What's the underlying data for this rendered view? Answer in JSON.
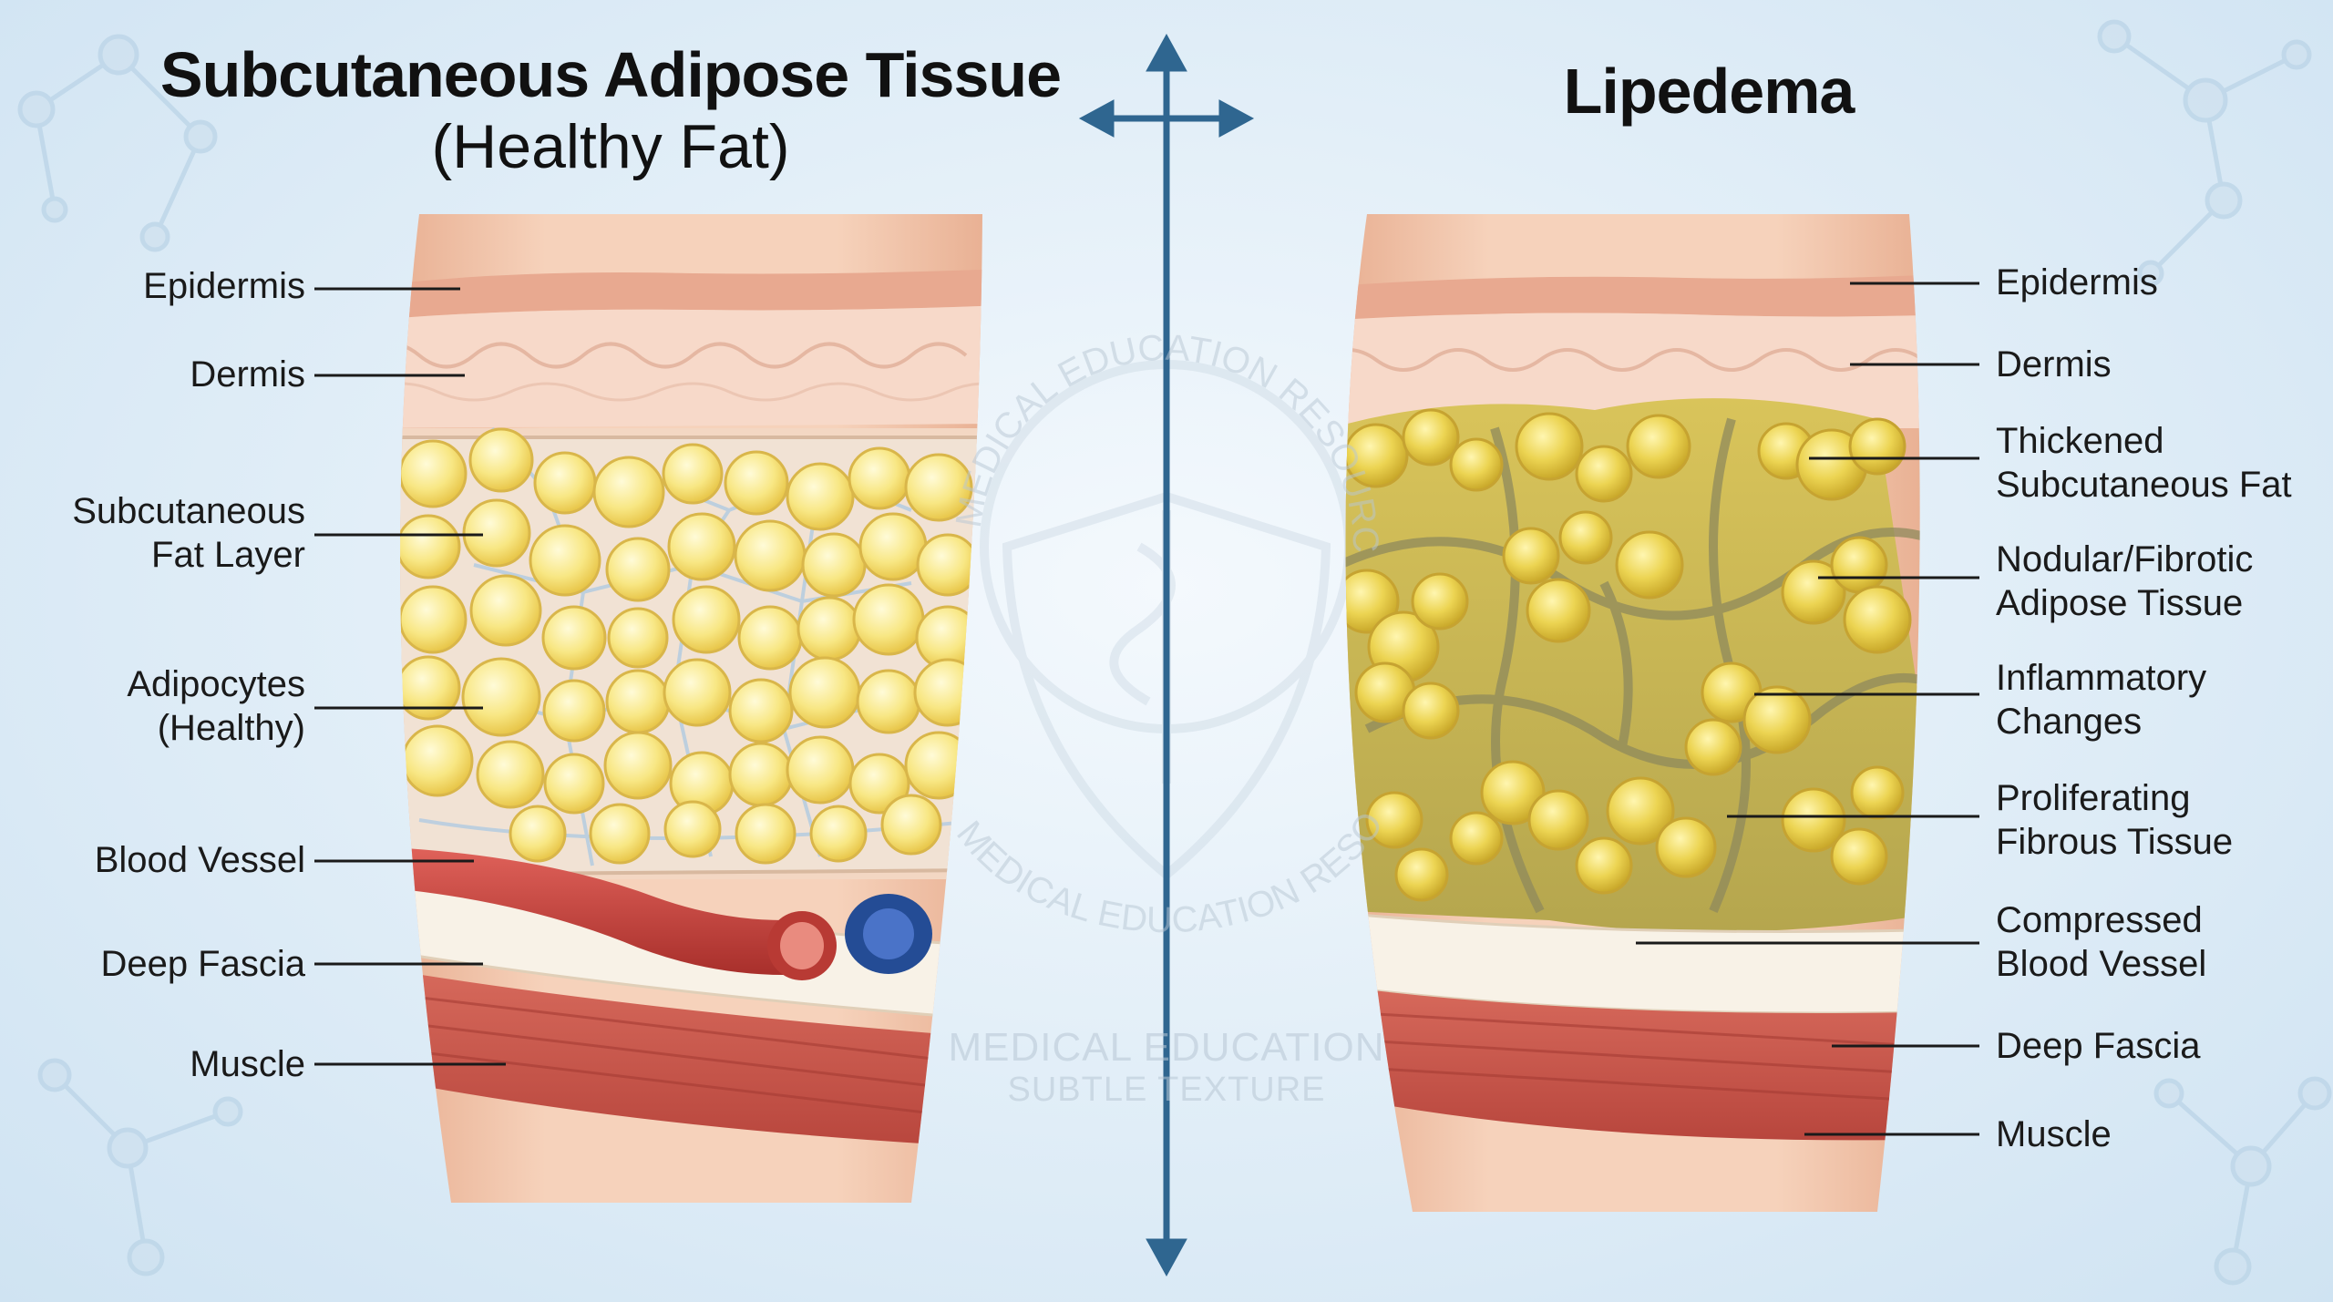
{
  "left_panel": {
    "title": "Subcutaneous Adipose Tissue",
    "subtitle": "(Healthy Fat)",
    "labels": [
      {
        "line1": "Epidermis",
        "line2": ""
      },
      {
        "line1": "Dermis",
        "line2": ""
      },
      {
        "line1": "Subcutaneous",
        "line2": "Fat Layer"
      },
      {
        "line1": "Adipocytes",
        "line2": "(Healthy)"
      },
      {
        "line1": "Blood Vessel",
        "line2": ""
      },
      {
        "line1": "Deep Fascia",
        "line2": ""
      },
      {
        "line1": "Muscle",
        "line2": ""
      }
    ]
  },
  "right_panel": {
    "title": "Lipedema",
    "labels": [
      {
        "line1": "Epidermis",
        "line2": ""
      },
      {
        "line1": "Dermis",
        "line2": ""
      },
      {
        "line1": "Thickened",
        "line2": "Subcutaneous Fat"
      },
      {
        "line1": "Nodular/Fibrotic",
        "line2": "Adipose Tissue"
      },
      {
        "line1": "Inflammatory",
        "line2": "Changes"
      },
      {
        "line1": "Proliferating",
        "line2": "Fibrous Tissue"
      },
      {
        "line1": "Compressed",
        "line2": "Blood Vessel"
      },
      {
        "line1": "Deep Fascia",
        "line2": ""
      },
      {
        "line1": "Muscle",
        "line2": ""
      }
    ]
  },
  "watermark": {
    "line1": "MEDICAL EDUCATION",
    "line2": "SUBTLE TEXTURE",
    "arc_top": "MEDICAL EDUCATION RESOURCE",
    "arc_bottom": "MEDICAL EDUCATION RESOURCE"
  },
  "colors": {
    "divider": "#2f6690",
    "skin": "#f2c3a4",
    "epidermis": "#e8a990",
    "dermis": "#f7d9c9",
    "fat_healthy": "#f7e27a",
    "fat_lipedema": "#e9d34f",
    "fibrous": "#9d9a6a",
    "artery": "#c9403b",
    "vein": "#2e5aa8",
    "fascia": "#f7f1e6",
    "muscle": "#cd5a4f"
  }
}
